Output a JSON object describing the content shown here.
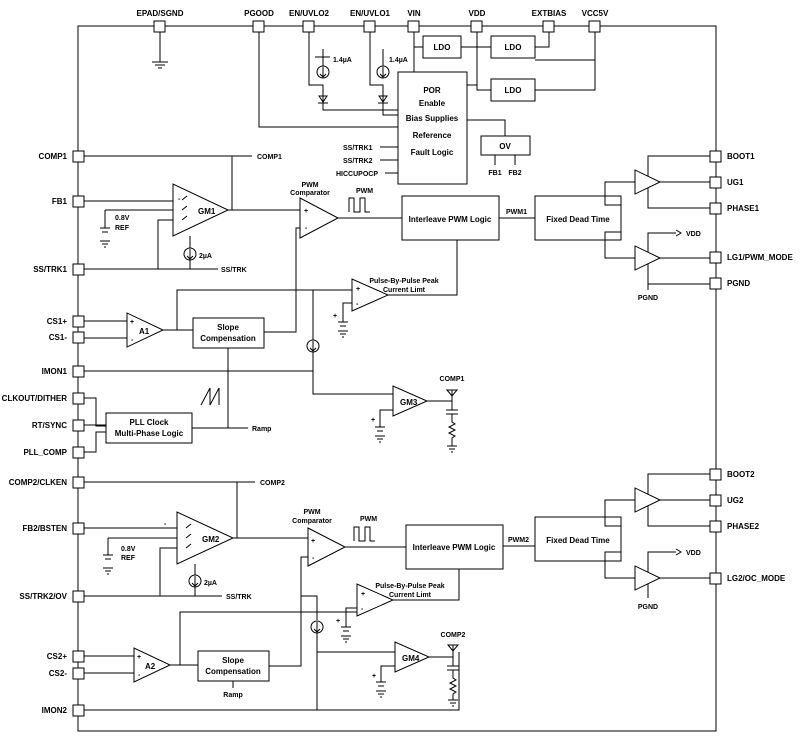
{
  "pins": {
    "top": [
      "EPAD/SGND",
      "PGOOD",
      "EN/UVLO2",
      "EN/UVLO1",
      "VIN",
      "VDD",
      "EXTBIAS",
      "VCC5V"
    ],
    "left": [
      "COMP1",
      "FB1",
      "SS/TRK1",
      "CS1+",
      "CS1-",
      "IMON1",
      "CLKOUT/DITHER",
      "RT/SYNC",
      "PLL_COMP",
      "COMP2/CLKEN",
      "FB2/BSTEN",
      "SS/TRK2/OV",
      "CS2+",
      "CS2-",
      "IMON2"
    ],
    "right": [
      "BOOT1",
      "UG1",
      "PHASE1",
      "LG1/PWM_MODE",
      "PGND",
      "BOOT2",
      "UG2",
      "PHASE2",
      "LG2/OC_MODE"
    ]
  },
  "blocks": {
    "ldo": "LDO",
    "por_lines": [
      "POR",
      "Enable",
      "Bias Supplies",
      "Reference",
      "Fault Logic"
    ],
    "ov": "OV",
    "ov_outputs": [
      "FB1",
      "FB2"
    ],
    "por_inputs": [
      "SS/TRK1",
      "SS/TRK2",
      "HICCUPOCP"
    ],
    "interleave": "Interleave PWM Logic",
    "dead_time": "Fixed Dead Time",
    "slope": [
      "Slope",
      "Compensation"
    ],
    "pll": [
      "PLL Clock",
      "Multi-Phase Logic"
    ],
    "pwm_comp": [
      "PWM",
      "Comparator"
    ],
    "pwm": "PWM",
    "peak": [
      "Pulse-By-Pulse Peak",
      "Current Limt"
    ],
    "gm1": "GM1",
    "gm2": "GM2",
    "gm3": "GM3",
    "gm4": "GM4",
    "a1": "A1",
    "a2": "A2"
  },
  "labels": {
    "current_1p4": "1.4µA",
    "current_2": "2µA",
    "ref_v": "0.8V",
    "ref": "REF",
    "comp1": "COMP1",
    "comp2": "COMP2",
    "ss_trk": "SS/TRK",
    "ramp": "Ramp",
    "vdd": "VDD",
    "pgnd": "PGND",
    "pwm1": "PWM1",
    "pwm2": "PWM2",
    "plus": "+",
    "minus": "-"
  }
}
